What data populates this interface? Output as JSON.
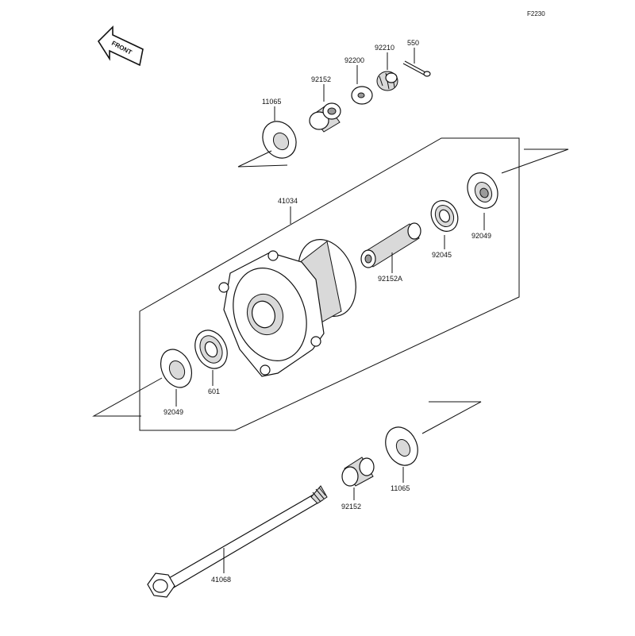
{
  "figure_code": "F2230",
  "front_arrow_text": "FRONT",
  "labels": {
    "p550": "550",
    "p92210": "92210",
    "p92200": "92200",
    "p92152_top": "92152",
    "p11065_top": "11065",
    "p41034": "41034",
    "p92049_right": "92049",
    "p92045": "92045",
    "p92152A": "92152A",
    "p601": "601",
    "p92049_left": "92049",
    "p92152_bottom": "92152",
    "p11065_bottom": "11065",
    "p41068": "41068"
  }
}
